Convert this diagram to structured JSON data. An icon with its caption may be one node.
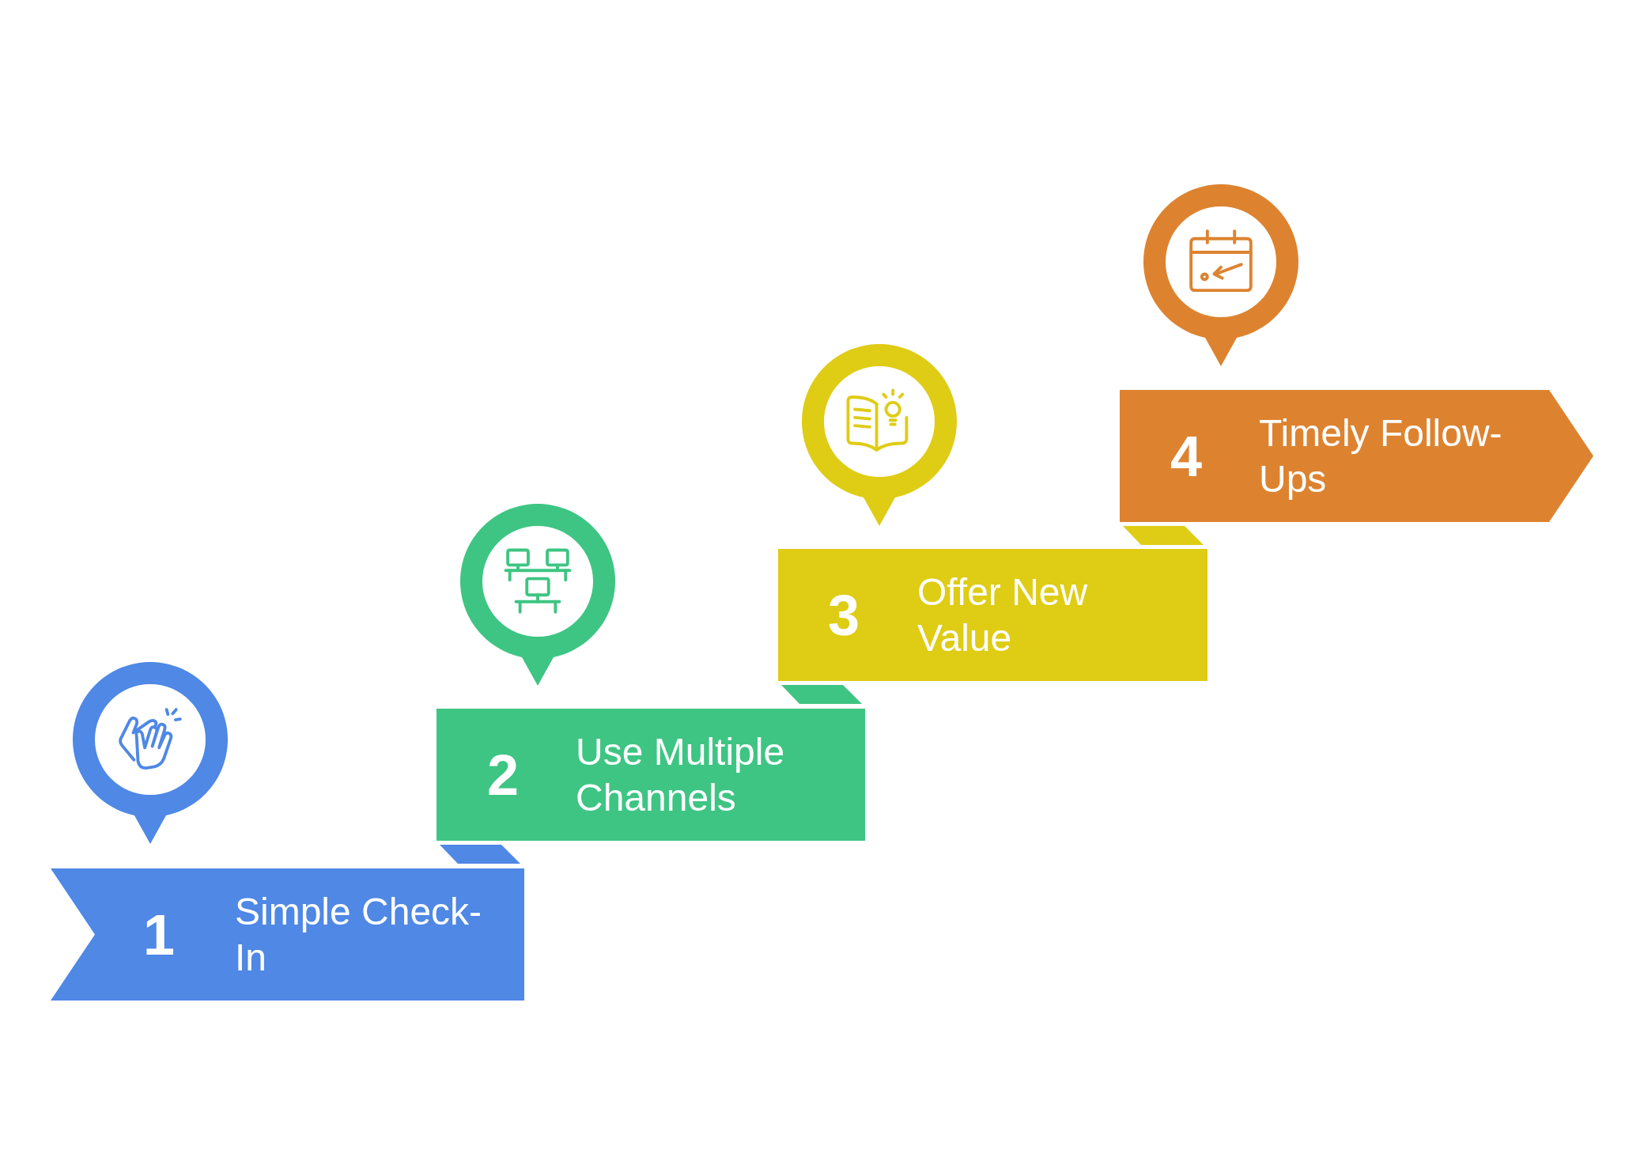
{
  "diagram": {
    "nodes": [
      {
        "text": [
          "1",
          "Simple Check-In"
        ]
      },
      {
        "text": [
          "2",
          "Use Multiple Channels"
        ]
      },
      {
        "text": [
          "3",
          "Offer New Value"
        ]
      },
      {
        "text": [
          "4",
          "Timely Follow-Ups"
        ]
      }
    ]
  }
}
